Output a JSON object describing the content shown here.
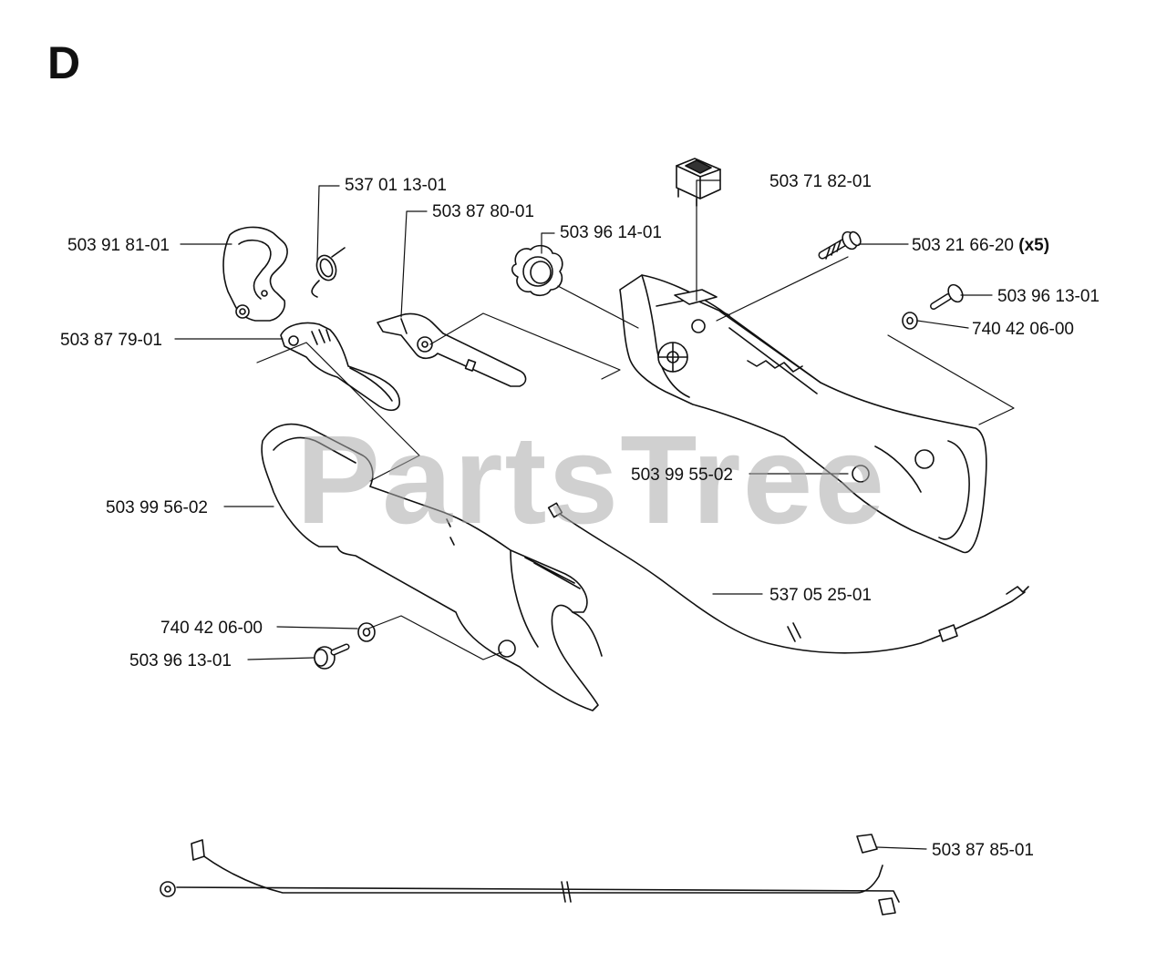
{
  "section_letter": "D",
  "watermark": "PartsTree",
  "parts": [
    {
      "id": "p1",
      "number": "537 01 13-01"
    },
    {
      "id": "p2",
      "number": "503 87 80-01"
    },
    {
      "id": "p3",
      "number": "503 91 81-01"
    },
    {
      "id": "p4",
      "number": "503 96 14-01"
    },
    {
      "id": "p5",
      "number": "503 71 82-01"
    },
    {
      "id": "p6",
      "number": "503 21 66-20",
      "qty": "(x5)"
    },
    {
      "id": "p7",
      "number": "503 96 13-01"
    },
    {
      "id": "p8",
      "number": "740 42 06-00"
    },
    {
      "id": "p9",
      "number": "503 87 79-01"
    },
    {
      "id": "p10",
      "number": "503 99 55-02"
    },
    {
      "id": "p11",
      "number": "503 99 56-02"
    },
    {
      "id": "p12",
      "number": "537 05 25-01"
    },
    {
      "id": "p13",
      "number": "740 42 06-00"
    },
    {
      "id": "p14",
      "number": "503 96 13-01"
    },
    {
      "id": "p15",
      "number": "503 87 85-01"
    }
  ],
  "colors": {
    "line": "#111111",
    "watermark": "#aaaaaa",
    "part_fill": "#ffffff",
    "part_shade": "#cfcfcf"
  }
}
